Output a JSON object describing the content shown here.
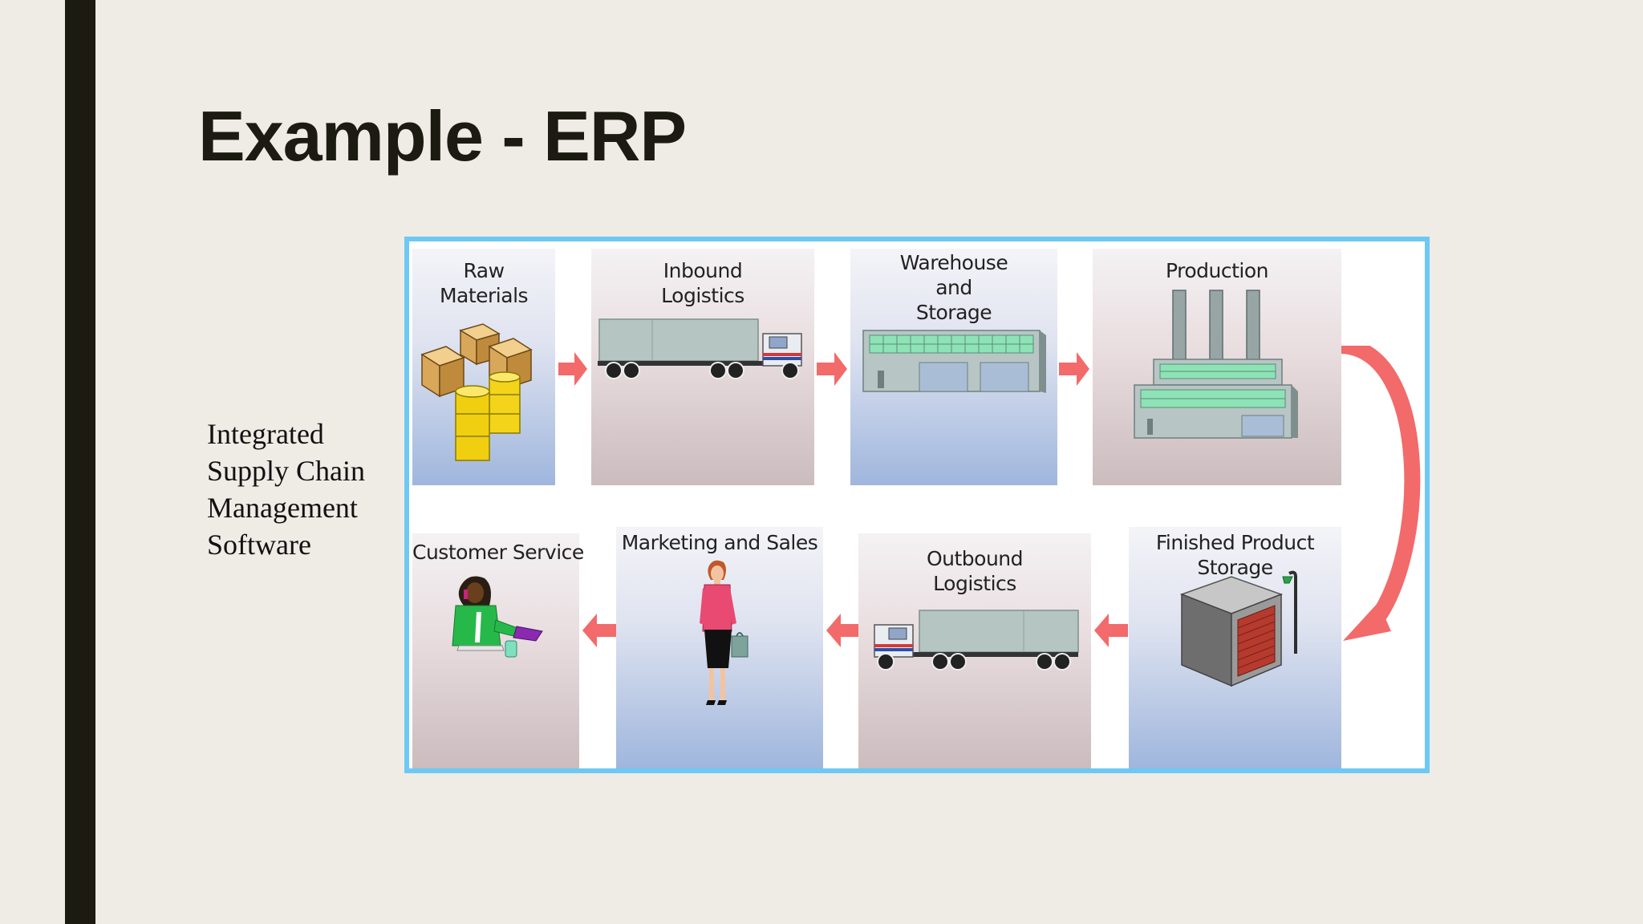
{
  "slide": {
    "title": "Example - ERP",
    "side_text": [
      "Integrated",
      "Supply Chain",
      "Management",
      "Software"
    ]
  },
  "diagram": {
    "steps": [
      {
        "label": [
          "Raw",
          "Materials"
        ]
      },
      {
        "label": [
          "Inbound",
          "Logistics"
        ]
      },
      {
        "label": [
          "Warehouse",
          "and",
          "Storage"
        ]
      },
      {
        "label": [
          "Production"
        ]
      },
      {
        "label": [
          "Finished Product",
          "Storage"
        ]
      },
      {
        "label": [
          "Outbound",
          "Logistics"
        ]
      },
      {
        "label": [
          "Marketing and Sales"
        ]
      },
      {
        "label": [
          "Customer Service"
        ]
      }
    ],
    "colors": {
      "border": "#6dc8f4",
      "arrow": "#f26a6a"
    }
  }
}
